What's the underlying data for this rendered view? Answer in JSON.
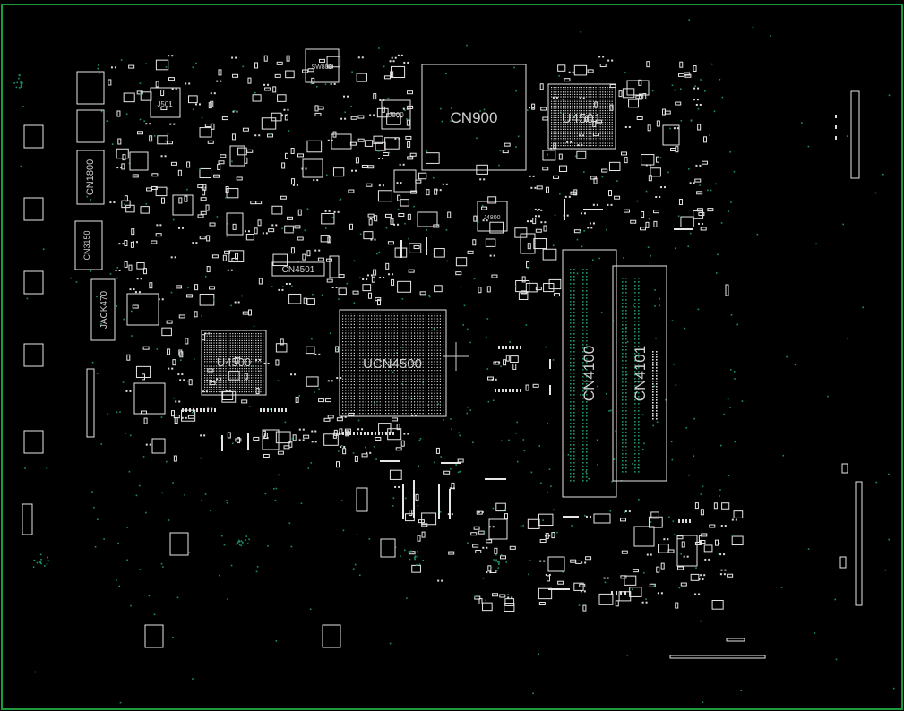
{
  "viewer": {
    "frame_color": "#1d9a3c",
    "background": "#000000",
    "outline_color": "#e6e6e6",
    "via_color": "#1e8f6a"
  },
  "components": {
    "cn900": "CN900",
    "u4501": "U4501",
    "cn1800": "CN1800",
    "cn3150": "CN3150",
    "jack470": "JACK470",
    "cn4501": "CN4501",
    "ucn4500": "UCN4500",
    "u4500": "U4500",
    "cn4100": "CN4100",
    "cn4101": "CN4101",
    "j501": "J501",
    "j900": "J900",
    "j4800": "J4800",
    "sw800": "SW800"
  }
}
